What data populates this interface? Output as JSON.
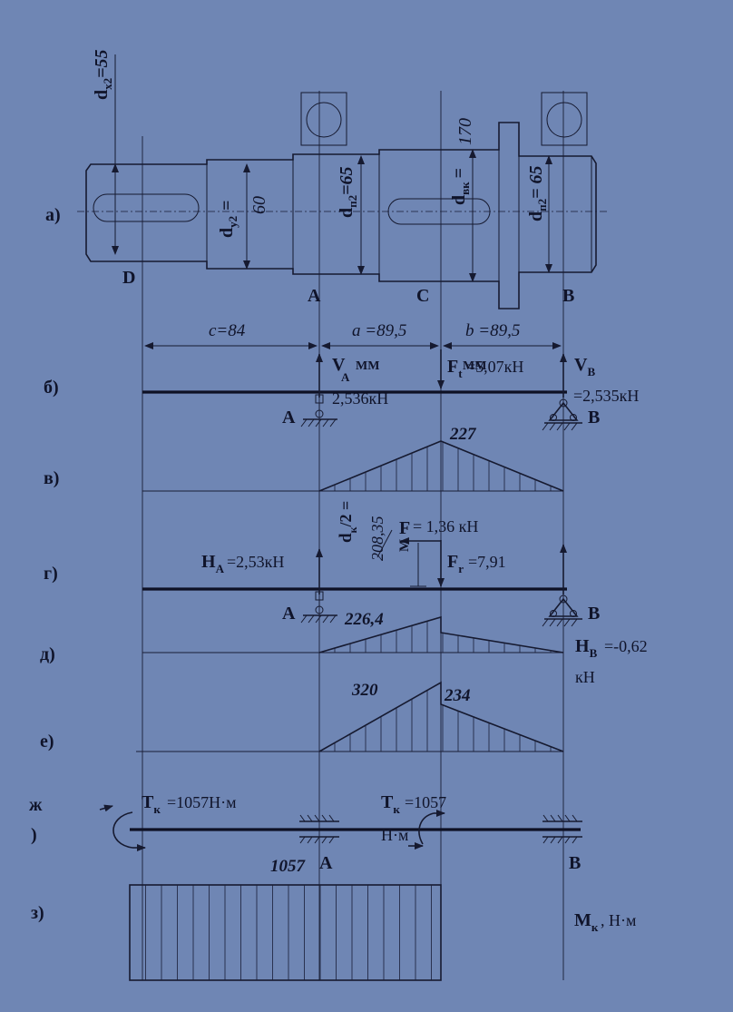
{
  "section_labels": {
    "a": "а)",
    "b": "б)",
    "v": "в)",
    "g": "г)",
    "d": "д)",
    "e": "е)",
    "zh1": "ж",
    "zh2": ")",
    "z": "з)"
  },
  "shaft": {
    "d_x2": "d",
    "d_x2_sub": "x2",
    "d_x2_val": "=55",
    "d_y2": "d",
    "d_y2_sub": "y2",
    "d_y2_eq": "=",
    "d_y2_val": "60",
    "d_p2_left": "d",
    "d_p2_left_sub": "п2",
    "d_p2_left_val": "=65",
    "d_vk": "d",
    "d_vk_sub": "вк",
    "d_vk_eq": "=",
    "d_vk_val": "170",
    "d_p2_right": "d",
    "d_p2_right_sub": "п2",
    "d_p2_right_val": "= 65",
    "point_D": "D",
    "point_A": "A",
    "point_C": "C",
    "point_B": "B"
  },
  "dimensions": {
    "c": "c=84",
    "a": "a =89,5",
    "b": "b =89,5",
    "mm1": "ММ",
    "mm2": "ММ"
  },
  "vertical_plane": {
    "V_A": "V",
    "V_A_sub": "A",
    "V_A_val": "2,536кН",
    "F_t": "F",
    "F_t_sub": "t",
    "F_t_val": "=5,07кН",
    "V_B": "V",
    "V_B_sub": "B",
    "V_B_val": "=2,535кН",
    "support_A": "A",
    "support_B": "B"
  },
  "moment_v": {
    "peak": "227"
  },
  "horizontal_plane": {
    "H_A": "H",
    "H_A_sub": "A",
    "H_A_val": "=2,53кН",
    "dk": "d",
    "dk_sub": "к",
    "dk_frac": "/2 =",
    "dk_val": "208,35",
    "F_a": "F",
    "F_a_val": "= 1,36 кН",
    "M_a": "M",
    "F_r": "F",
    "F_r_sub": "r",
    "F_r_val": "=7,91",
    "support_A": "A",
    "support_B": "B",
    "H_B": "H",
    "H_B_sub": "B",
    "H_B_val": "=-0,62",
    "H_B_unit": "кН"
  },
  "moment_d": {
    "peak": "226,4"
  },
  "moment_e": {
    "left_peak": "320",
    "right_peak": "234"
  },
  "torque": {
    "T1": "T",
    "T1_sub": "к",
    "T1_val": "=1057Н·м",
    "T2": "T",
    "T2_sub": "к",
    "T2_val": "=1057",
    "T2_unit": "Н·м",
    "support_A": "A",
    "support_B": "B"
  },
  "torque_diagram": {
    "value": "1057",
    "unit_label": "M",
    "unit_sub": "к",
    "unit": ", Н·м"
  },
  "colors": {
    "background": "#6f86b4",
    "ink": "#161a30"
  }
}
